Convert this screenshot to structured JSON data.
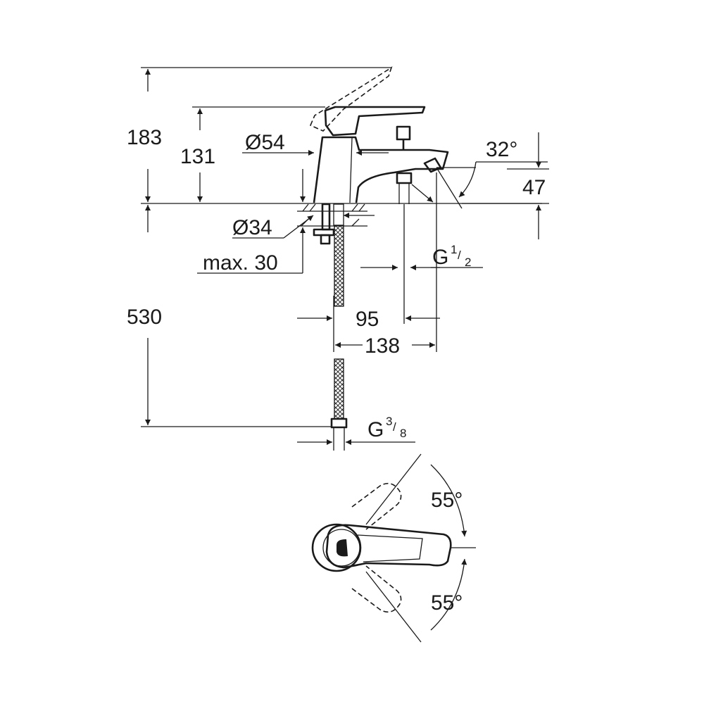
{
  "dimensions": {
    "total_height": "183",
    "lever_height": "131",
    "body_diameter": "Ø54",
    "hole_diameter": "Ø34",
    "max_deck_thickness": "max. 30",
    "hose_length": "530",
    "spout_angle": "32°",
    "outlet_height": "47",
    "outlet_thread": {
      "base": "G",
      "num": "1",
      "den": "2"
    },
    "hose_thread": {
      "base": "G",
      "num": "3",
      "den": "8"
    },
    "diverter_offset": "95",
    "spout_projection": "138",
    "lever_rotation_left": "55°",
    "lever_rotation_right": "55°"
  }
}
